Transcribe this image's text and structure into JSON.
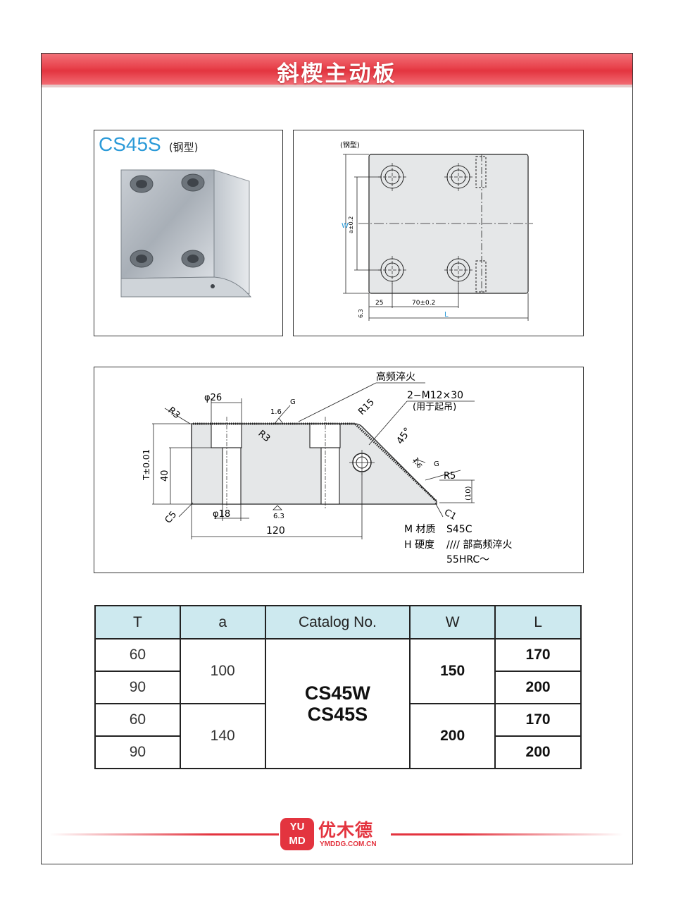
{
  "banner": {
    "title": "斜楔主动板"
  },
  "photo": {
    "code": "CS45S",
    "subtitle": "(钢型)"
  },
  "top_drawing": {
    "label": "(钢型)",
    "dims": {
      "w": "W",
      "a": "a±0.2",
      "d25": "25",
      "d70": "70±0.2",
      "l": "L",
      "d63": "6.3"
    }
  },
  "section_drawing": {
    "phi26": "φ26",
    "phi18": "φ18",
    "r3_left": "R3",
    "r3_inner": "R3",
    "r15": "R15",
    "r5": "R5",
    "c5": "C5",
    "c1": "C1",
    "t": "T±0.01",
    "d40": "40",
    "d120": "120",
    "d10": "(10)",
    "ra16_a": "1.6",
    "g_a": "G",
    "ra16_b": "1.6",
    "g_b": "G",
    "ra63": "6.3",
    "quench": "高频淬火",
    "thread": "2−M12×30",
    "thread_note": "(用于起吊)",
    "angle": "45°",
    "mat_label": "M 材质",
    "mat_value": "S45C",
    "hard_label": "H 硬度",
    "hard_value": "//// 部高频淬火",
    "hard_value2": "55HRC〜"
  },
  "table": {
    "headers": [
      "T",
      "a",
      "Catalog  No.",
      "W",
      "L"
    ],
    "t_values": [
      "60",
      "90",
      "60",
      "90"
    ],
    "a_values": [
      "100",
      "140"
    ],
    "catalog": [
      "CS45W",
      "CS45S"
    ],
    "w_values": [
      "150",
      "200"
    ],
    "l_values": [
      "170",
      "200",
      "170",
      "200"
    ]
  },
  "logo": {
    "badge_top": "YU",
    "badge_bottom": "MD",
    "name": "优木德",
    "url": "YMDDG.COM.CN"
  },
  "colors": {
    "banner": "#e3343f",
    "header_fill": "#cde9ef",
    "code_blue": "#2b9ad8"
  }
}
